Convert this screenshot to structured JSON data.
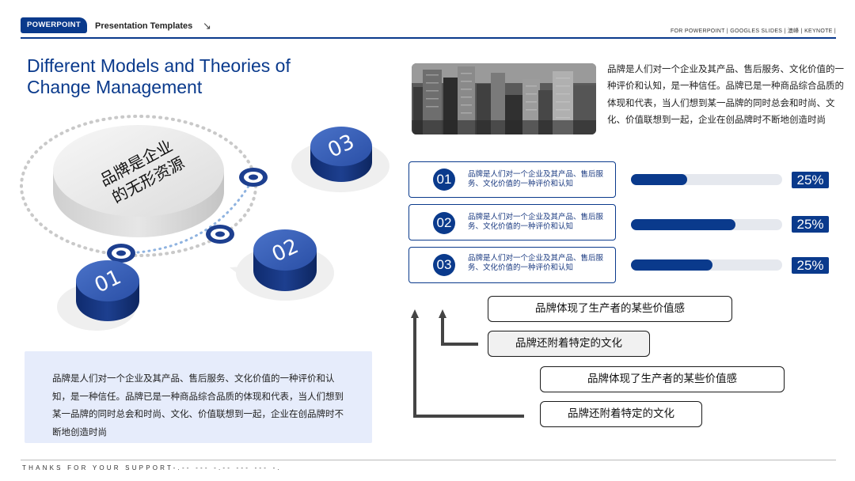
{
  "header": {
    "badge": "POWERPOINT",
    "title": "Presentation Templates",
    "arrow": "↘",
    "right": "FOR POWERPOINT | GOOGLES SLIDES | 澳峰 | KEYNOTE |"
  },
  "title_line1": "Different Models and Theories of",
  "title_line2": "Change Management",
  "disk": {
    "main_line1": "品牌是企业",
    "main_line2": "的无形资源",
    "n1": "01",
    "n2": "02",
    "n3": "03"
  },
  "left_text": "品牌是人们对一个企业及其产品、售后服务、文化价值的一种评价和认知，是一种信任。品牌已是一种商品综合品质的体现和代表，当人们想到某一品牌的同时总会和时尚、文化、价值联想到一起，企业在创品牌时不断地创造时尚",
  "right_text": "品牌是人们对一个企业及其产品、售后服务、文化价值的一种评价和认知，是一种信任。品牌已是一种商品综合品质的体现和代表，当人们想到某一品牌的同时总会和时尚、文化、价值联想到一起，企业在创品牌时不断地创造时尚",
  "rows": [
    {
      "num": "01",
      "text": "品牌是人们对一个企业及其产品、售后服务、文化价值的一种评价和认知",
      "pct": "25%",
      "fill": 0.37
    },
    {
      "num": "02",
      "text": "品牌是人们对一个企业及其产品、售后服务、文化价值的一种评价和认知",
      "pct": "25%",
      "fill": 0.69
    },
    {
      "num": "03",
      "text": "品牌是人们对一个企业及其产品、售后服务、文化价值的一种评价和认知",
      "pct": "25%",
      "fill": 0.54
    }
  ],
  "flow": [
    "品牌体现了生产者的某些价值感",
    "品牌还附着特定的文化",
    "品牌体现了生产者的某些价值感",
    "品牌还附着特定的文化"
  ],
  "footer": "THANKS FOR YOUR SUPPORT-.-- --- -.-- --- --- -.",
  "colors": {
    "accent": "#0a3a8c",
    "disk_blue": "#1d3f8f",
    "panel": "#e6ecfb"
  }
}
